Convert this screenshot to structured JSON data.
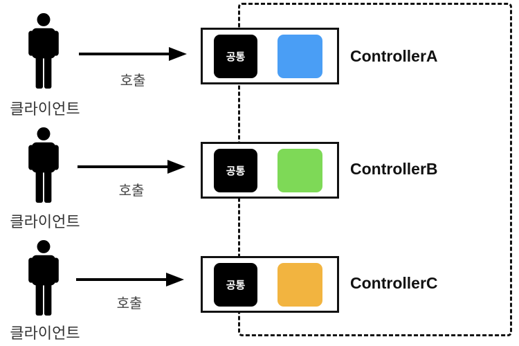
{
  "rows": [
    {
      "client_label": "클라이언트",
      "call_label": "호출",
      "common_label": "공통",
      "controller_name": "ControllerA",
      "block_color": "#4a9ef5"
    },
    {
      "client_label": "클라이언트",
      "call_label": "호출",
      "common_label": "공통",
      "controller_name": "ControllerB",
      "block_color": "#7ed957"
    },
    {
      "client_label": "클라이언트",
      "call_label": "호출",
      "common_label": "공통",
      "controller_name": "ControllerC",
      "block_color": "#f2b440"
    }
  ],
  "icons": {
    "client": "person-icon",
    "call": "arrow-right-icon"
  }
}
